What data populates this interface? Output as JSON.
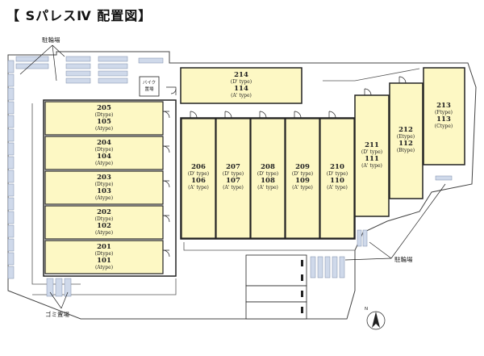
{
  "title": "【 SパレスⅣ 配置図】",
  "labels": {
    "bike_parking_top": "駐輪場",
    "bike_parking_right": "駐輪場",
    "garbage": "ゴミ置場",
    "bike_storage_line1": "バイク",
    "bike_storage_line2": "置場",
    "north": "N"
  },
  "colors": {
    "unit_fill": "#fdf8c4",
    "outline": "#222222",
    "parking_fill": "#cfd9ea",
    "site_fill": "#ffffff"
  },
  "units": {
    "u205": {
      "name": "205",
      "type_upper": "(Dtype)",
      "num": "105",
      "type_lower": "(Atype)"
    },
    "u204": {
      "name": "204",
      "type_upper": "(Dtype)",
      "num": "104",
      "type_lower": "(Atype)"
    },
    "u203": {
      "name": "203",
      "type_upper": "(Dtype)",
      "num": "103",
      "type_lower": "(Atype)"
    },
    "u202": {
      "name": "202",
      "type_upper": "(Dtype)",
      "num": "102",
      "type_lower": "(Atype)"
    },
    "u201": {
      "name": "201",
      "type_upper": "(Dtype)",
      "num": "101",
      "type_lower": "(Atype)"
    },
    "u206": {
      "name": "206",
      "type_upper": "(D' type)",
      "num": "106",
      "type_lower": "(A' type)"
    },
    "u207": {
      "name": "207",
      "type_upper": "(D' type)",
      "num": "107",
      "type_lower": "(A' type)"
    },
    "u208": {
      "name": "208",
      "type_upper": "(D' type)",
      "num": "108",
      "type_lower": "(A' type)"
    },
    "u209": {
      "name": "209",
      "type_upper": "(D' type)",
      "num": "109",
      "type_lower": "(A' type)"
    },
    "u210": {
      "name": "210",
      "type_upper": "(D' type)",
      "num": "110",
      "type_lower": "(A' type)"
    },
    "u211": {
      "name": "211",
      "type_upper": "(D' type)",
      "num": "111",
      "type_lower": "(A' type)"
    },
    "u212": {
      "name": "212",
      "type_upper": "(Etype)",
      "num": "112",
      "type_lower": "(Btype)"
    },
    "u213": {
      "name": "213",
      "type_upper": "(Ftype)",
      "num": "113",
      "type_lower": "(Ctype)"
    },
    "u214": {
      "name": "214",
      "type_upper": "(D' type)",
      "num": "114",
      "type_lower": "(A' type)"
    }
  }
}
